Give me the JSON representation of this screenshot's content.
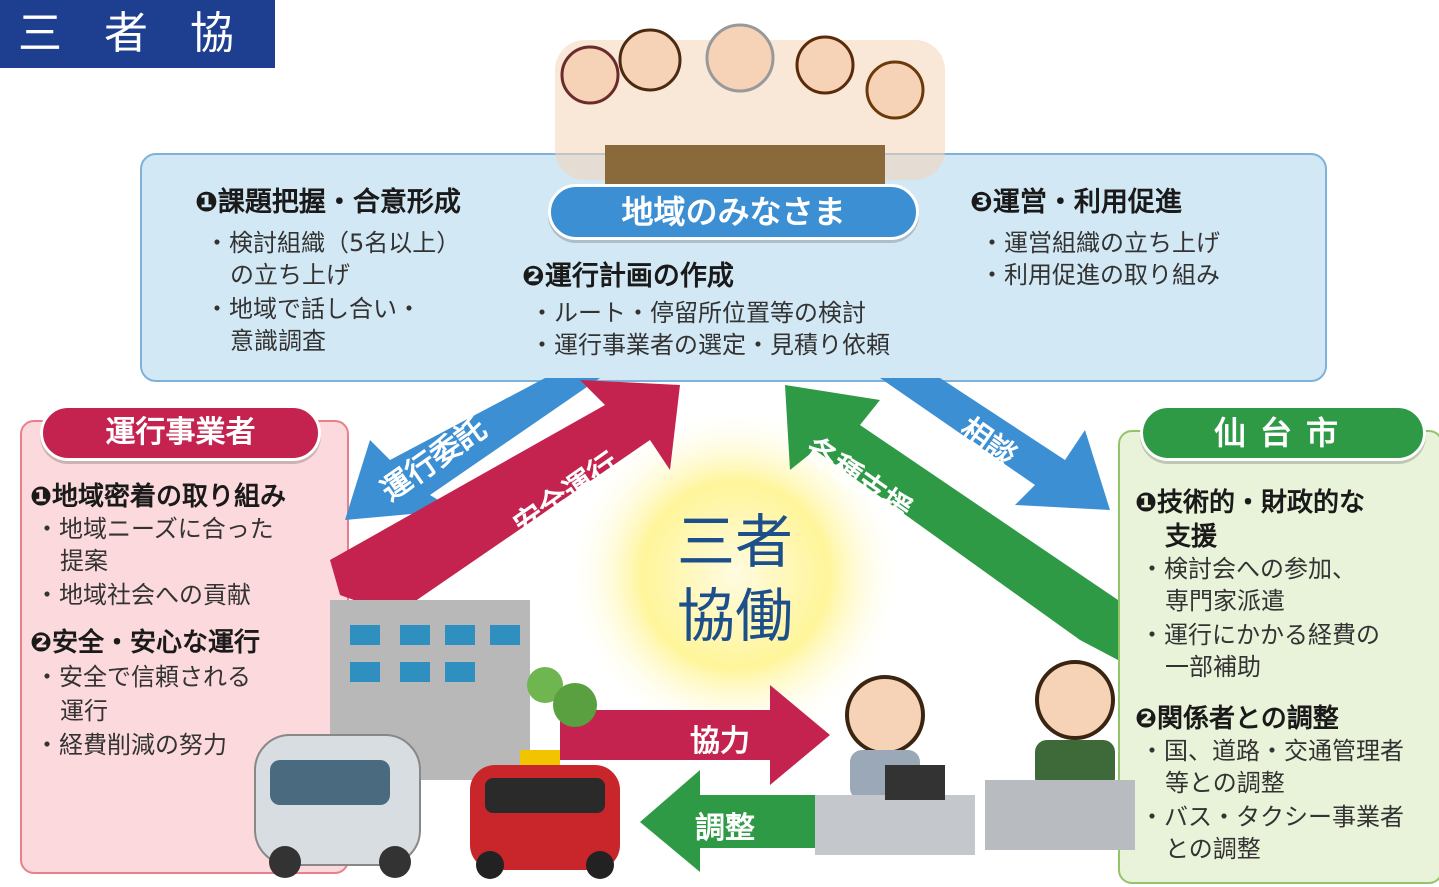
{
  "title": "三 者 協 働",
  "center": {
    "line1": "三者",
    "line2": "協働"
  },
  "community": {
    "label": "地域のみなさま",
    "sec1": {
      "heading": "❶課題把握・合意形成",
      "items": [
        "・検討組織（5名以上）",
        "の立ち上げ",
        "・地域で話し合い・",
        "意識調査"
      ]
    },
    "sec2": {
      "heading": "❷運行計画の作成",
      "items": [
        "・ルート・停留所位置等の検討",
        "・運行事業者の選定・見積り依頼"
      ]
    },
    "sec3": {
      "heading": "❸運営・利用促進",
      "items": [
        "・運営組織の立ち上げ",
        "・利用促進の取り組み"
      ]
    }
  },
  "operator": {
    "label": "運行事業者",
    "sec1": {
      "heading": "❶地域密着の取り組み",
      "items": [
        "・地域ニーズに合った",
        "提案",
        "・地域社会への貢献"
      ]
    },
    "sec2": {
      "heading": "❷安全・安心な運行",
      "items": [
        "・安全で信頼される",
        "運行",
        "・経費削減の努力"
      ]
    }
  },
  "city": {
    "label": "仙台市",
    "sec1": {
      "heading1": "❶技術的・財政的な",
      "heading2": "支援",
      "items": [
        "・検討会への参加、",
        "専門家派遣",
        "・運行にかかる経費の",
        "一部補助"
      ]
    },
    "sec2": {
      "heading": "❷関係者との調整",
      "items": [
        "・国、道路・交通管理者",
        "等との調整",
        "・バス・タクシー事業者",
        "との調整"
      ]
    }
  },
  "arrows": {
    "unkou_itaku": "運行委託",
    "anzen_unkou": "安全運行",
    "kakushu_shien": "各種支援",
    "soudan": "相談",
    "kyouryoku": "協力",
    "chousei": "調整"
  },
  "colors": {
    "blue": "#3d8fd3",
    "red": "#c5234f",
    "green": "#2f9a46",
    "navy": "#1e3e8f"
  }
}
